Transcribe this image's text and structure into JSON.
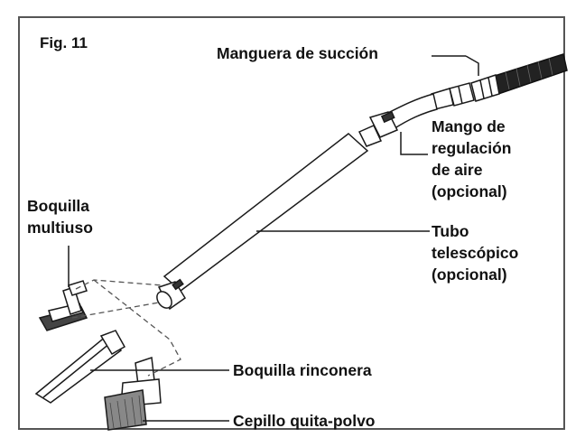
{
  "figure": {
    "title": "Fig. 11"
  },
  "labels": {
    "suction_hose": "Manguera de succión",
    "air_regulation_handle": {
      "line1": "Mango de",
      "line2": "regulación",
      "line3": "de aire",
      "line4": "(opcional)"
    },
    "multipurpose_nozzle": {
      "line1": "Boquilla",
      "line2": "multiuso"
    },
    "telescopic_tube": {
      "line1": "Tubo",
      "line2": "telescópico",
      "line3": "(opcional)"
    },
    "crevice_tool": "Boquilla rinconera",
    "dusting_brush": "Cepillo quita-polvo"
  },
  "colors": {
    "ink": "#1a1a1a",
    "hose": "#222222",
    "frame": "#555555",
    "paper": "#ffffff"
  }
}
